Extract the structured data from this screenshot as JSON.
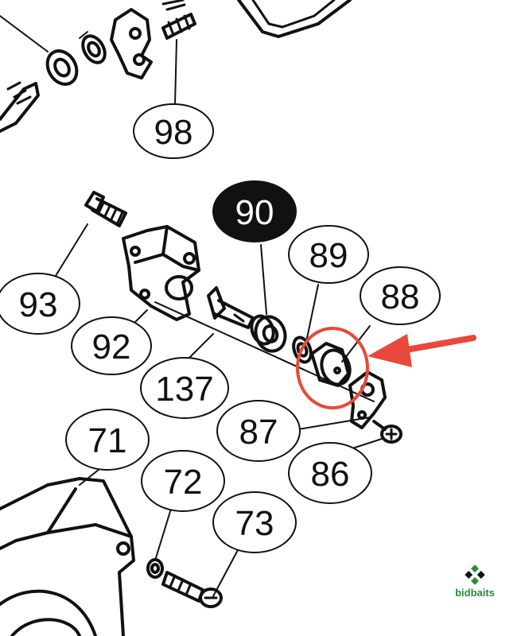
{
  "diagram": {
    "callouts": [
      {
        "id": "c98",
        "label": "98"
      },
      {
        "id": "c90",
        "label": "90",
        "highlighted": true
      },
      {
        "id": "c89",
        "label": "89"
      },
      {
        "id": "c88",
        "label": "88"
      },
      {
        "id": "c93",
        "label": "93"
      },
      {
        "id": "c92",
        "label": "92"
      },
      {
        "id": "c137",
        "label": "137"
      },
      {
        "id": "c87",
        "label": "87"
      },
      {
        "id": "c86",
        "label": "86"
      },
      {
        "id": "c71",
        "label": "71"
      },
      {
        "id": "c72",
        "label": "72"
      },
      {
        "id": "c73",
        "label": "73"
      }
    ],
    "highlight_part": "88",
    "colors": {
      "line": "#111111",
      "highlight_fill": "#111111",
      "highlight_text": "#ffffff",
      "marker": "#e8493b"
    }
  },
  "logo": {
    "text": "bidbaits",
    "color": "#2a8a3a"
  }
}
